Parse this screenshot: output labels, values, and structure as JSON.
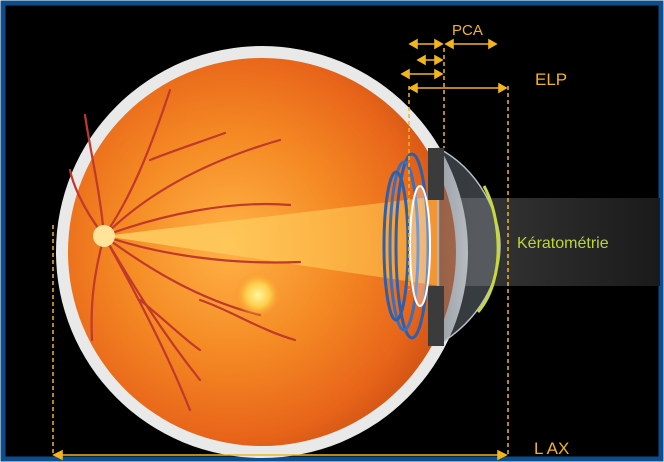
{
  "labels": {
    "pca": "PCA",
    "elp": "ELP",
    "keratometry": "Kératométrie",
    "axial_length": "L AX"
  },
  "colors": {
    "frame": "#0d4d8c",
    "background": "#000000",
    "measure_lines": "#f2b51c",
    "keratometry_arc": "#c8d93a",
    "keratometry_label": "#b9d53a",
    "eyeball_fill": "#f07a1c",
    "sclera": "#e9e9ea",
    "retina_vessels": "#c0392b",
    "lens_rings": "#2f5fa8"
  }
}
